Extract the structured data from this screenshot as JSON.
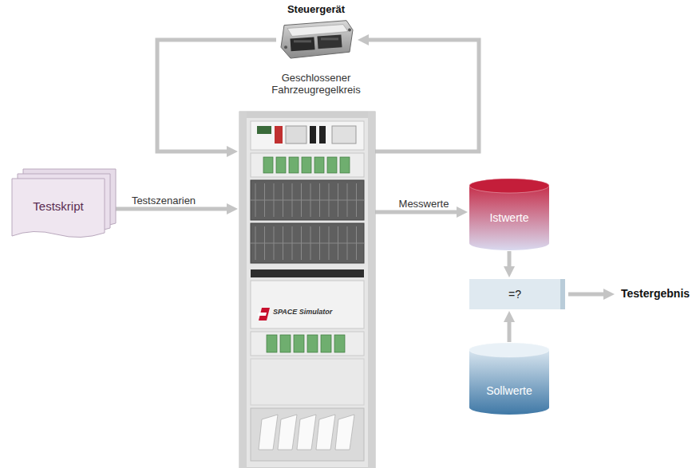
{
  "diagram": {
    "nodes": [
      {
        "text": [
          "Steuergerät"
        ]
      },
      {
        "text": [
          "SPACE Simulator"
        ]
      },
      {
        "text": [
          "Testskript"
        ]
      },
      {
        "text": [
          "Istwerte"
        ]
      },
      {
        "text": [
          "=?"
        ]
      },
      {
        "text": [
          "Sollwerte"
        ]
      }
    ],
    "edges": [
      {
        "from": 1,
        "to": 0,
        "arrow": "to"
      },
      {
        "from": 0,
        "to": 1,
        "arrow": "to"
      },
      {
        "from": 2,
        "to": 1,
        "label": "Testszenarien",
        "arrow": "to"
      },
      {
        "from": 1,
        "to": 3,
        "label": "Messwerte",
        "arrow": "to"
      },
      {
        "from": 3,
        "to": 4,
        "arrow": "to"
      },
      {
        "from": 5,
        "to": 4,
        "arrow": "to"
      }
    ],
    "labels": [
      "Geschlossener Fahrzeugregelkreis",
      "Testergebnis"
    ]
  }
}
